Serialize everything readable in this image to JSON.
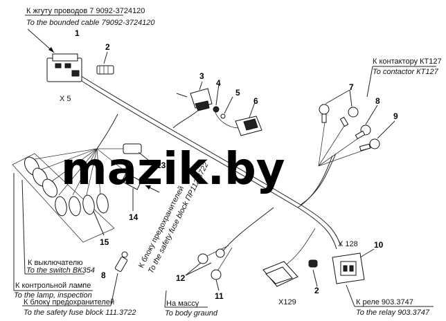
{
  "labels": {
    "top_ru": "К жгуту проводов 7 9092-3724120",
    "top_en": "To the bounded cable 79092-3724120",
    "contactor_ru": "К контактору КТ127",
    "contactor_en": "To contactor КТ127",
    "x5": "Х 5",
    "x128": "Х 128",
    "x129": "Х129",
    "fuse_rotated_ru": "К блоку предохранителей",
    "fuse_rotated_en": "To the safety fuse block ПР112.3722",
    "switch_ru": "К выключателю",
    "switch_en": "To the switch ВК354",
    "lamp_ru": "К контрольной лампе",
    "lamp_en": "To the lamp, inspection",
    "fuse_block_ru": "К блоку предохранителей",
    "fuse_block_en": "To the safety fuse block 111.3722",
    "ground_ru": "На массу",
    "ground_en": "To body graund",
    "relay_ru": "К реле 903.3747",
    "relay_en": "To the relay 903.3747"
  },
  "callouts": {
    "n1": "1",
    "n2": "2",
    "n2b": "2",
    "n3": "3",
    "n4": "4",
    "n5": "5",
    "n6": "6",
    "n7": "7",
    "n8": "8",
    "n8b": "8",
    "n9": "9",
    "n10": "10",
    "n11": "11",
    "n12": "12",
    "n13": "13",
    "n14": "14",
    "n15": "15"
  },
  "watermark": "mazik.by"
}
